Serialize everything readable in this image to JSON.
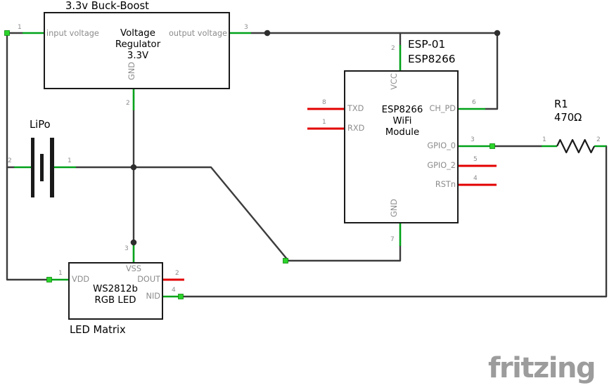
{
  "colors": {
    "background": "#ffffff",
    "wire": "#3c3c3c",
    "pin_leg_green": "#00a119",
    "pin_endpoint_green": "#2bd42b",
    "unconnected_pin_red": "#e30000",
    "component_border": "#1a1a1a",
    "pin_text_gray": "#8c8c8c",
    "label_black": "#000000",
    "logo_gray": "#9c9c9c"
  },
  "logo": {
    "text": "fritzing"
  },
  "components": {
    "buck_boost": {
      "label": "3.3v Buck-Boost",
      "value_lines": [
        "Voltage",
        "Regulator",
        "3.3V"
      ],
      "pins": {
        "input": {
          "number": "1",
          "name": "input voltage"
        },
        "output": {
          "number": "3",
          "name": "output voltage"
        },
        "gnd": {
          "number": "2",
          "name": "GND"
        }
      }
    },
    "lipo": {
      "label": "LiPo",
      "pins": {
        "neg": {
          "number": "2"
        },
        "pos": {
          "number": "1"
        }
      }
    },
    "esp8266": {
      "label_lines": [
        "ESP-01",
        "ESP8266"
      ],
      "value_lines": [
        "ESP8266",
        "WiFi",
        "Module"
      ],
      "pins": {
        "vcc": {
          "number": "2",
          "name": "VCC"
        },
        "txd": {
          "number": "8",
          "name": "TXD"
        },
        "rxd": {
          "number": "1",
          "name": "RXD"
        },
        "ch_pd": {
          "number": "6",
          "name": "CH_PD"
        },
        "gpio0": {
          "number": "3",
          "name": "GPIO_0"
        },
        "gpio2": {
          "number": "5",
          "name": "GPIO_2"
        },
        "rstn": {
          "number": "4",
          "name": "RSTn"
        },
        "gnd": {
          "number": "7",
          "name": "GND"
        }
      }
    },
    "r1": {
      "label_lines": [
        "R1",
        "470Ω"
      ],
      "pins": {
        "p1": {
          "number": "1"
        },
        "p2": {
          "number": "2"
        }
      }
    },
    "ws2812b": {
      "label": "LED Matrix",
      "value_lines": [
        "WS2812b",
        "RGB LED"
      ],
      "pins": {
        "vdd": {
          "number": "1",
          "name": "VDD"
        },
        "vss": {
          "number": "3",
          "name": "VSS"
        },
        "dout": {
          "number": "2",
          "name": "DOUT"
        },
        "nid": {
          "number": "4",
          "name": "NID"
        }
      }
    }
  }
}
